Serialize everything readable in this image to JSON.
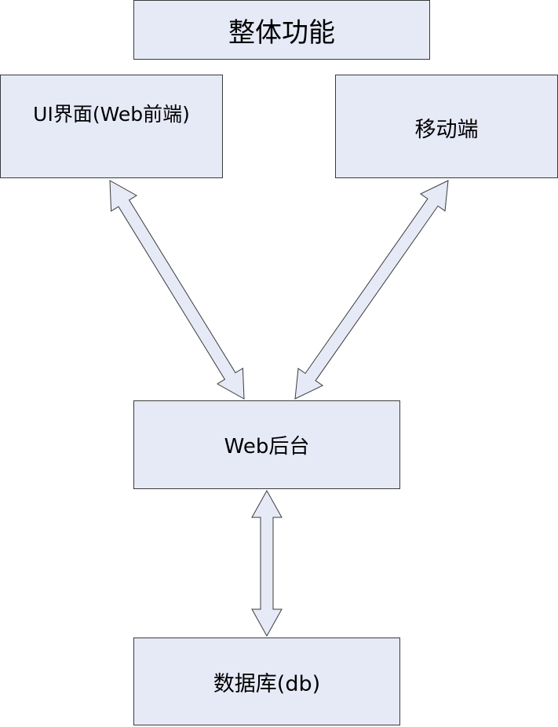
{
  "nodes": {
    "title": "整体功能",
    "ui": "UI界面(Web前端)",
    "mobile": "移动端",
    "backend": "Web后台",
    "database": "数据库(db)"
  },
  "edges": [
    {
      "from": "ui",
      "to": "backend",
      "style": "double-arrow"
    },
    {
      "from": "mobile",
      "to": "backend",
      "style": "double-arrow"
    },
    {
      "from": "backend",
      "to": "database",
      "style": "double-arrow"
    }
  ],
  "colors": {
    "node_fill": "#e6eaf7",
    "node_stroke": "#3b3b3b"
  }
}
